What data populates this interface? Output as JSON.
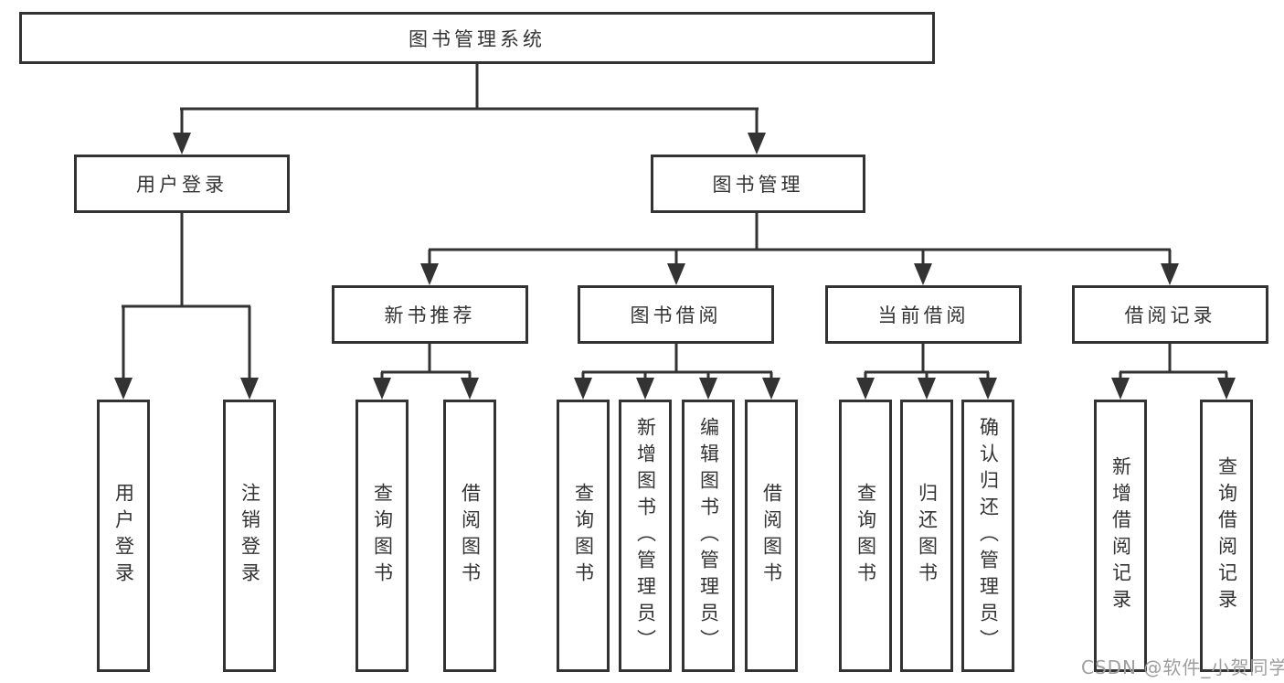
{
  "diagram": {
    "root": {
      "label": "图书管理系统"
    },
    "user_branch": {
      "label": "用户登录",
      "children": [
        "用户登录",
        "注销登录"
      ]
    },
    "mgmt_branch": {
      "label": "图书管理",
      "sections": [
        {
          "label": "新书推荐",
          "children": [
            "查询图书",
            "借阅图书"
          ]
        },
        {
          "label": "图书借阅",
          "children": [
            "查询图书",
            "新增图书（管理员）",
            "编辑图书（管理员）",
            "借阅图书"
          ]
        },
        {
          "label": "当前借阅",
          "children": [
            "查询图书",
            "归还图书",
            "确认归还（管理员）"
          ]
        },
        {
          "label": "借阅记录",
          "children": [
            "新增借阅记录",
            "查询借阅记录"
          ]
        }
      ]
    }
  },
  "watermark": {
    "text": "CSDN @软件_小贺同学"
  },
  "colors": {
    "line": "#333333",
    "node_border": "#333333",
    "text": "#333333",
    "watermark_text": "#9e9e9e",
    "background": "#ffffff"
  }
}
